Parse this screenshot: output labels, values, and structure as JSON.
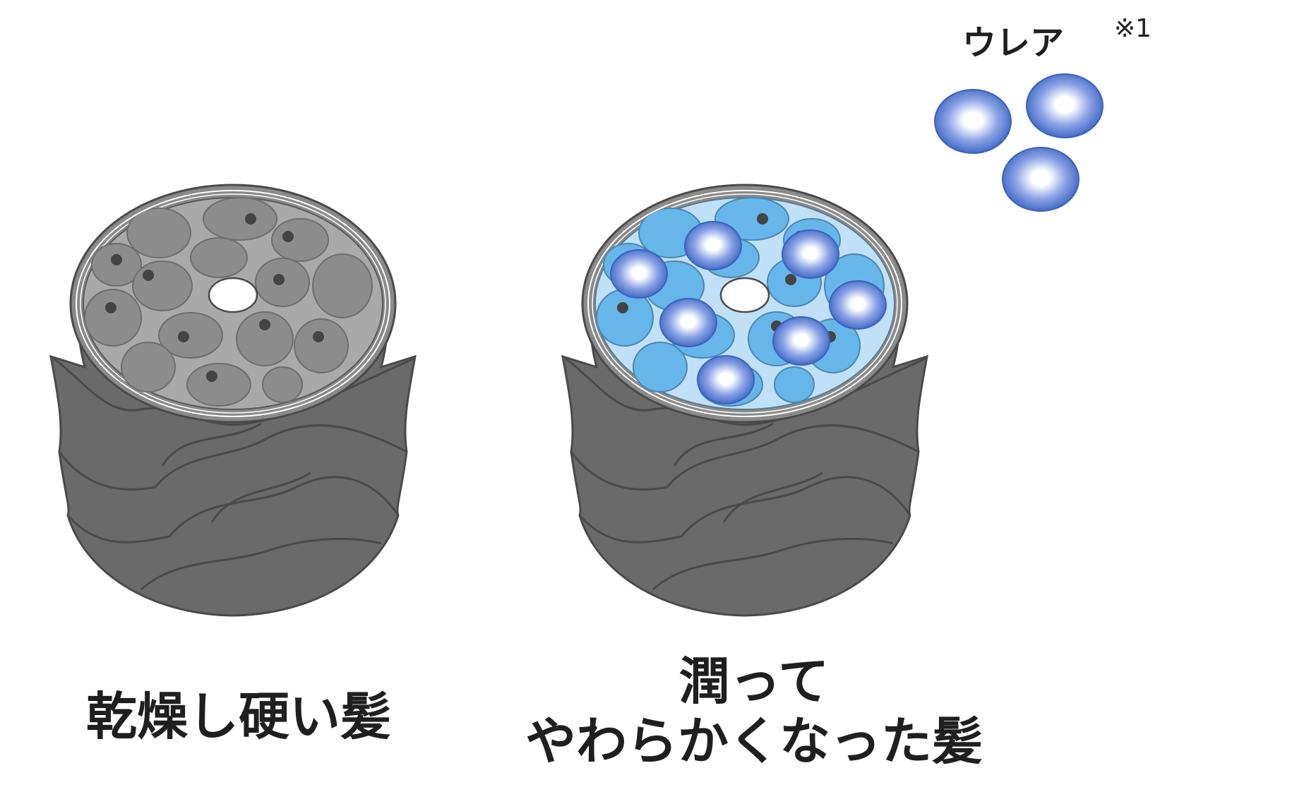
{
  "legend": {
    "name": "ウレア",
    "footnote": "※1"
  },
  "labels": {
    "left": "乾燥し硬い髪",
    "right_line1": "潤って",
    "right_line2": "やわらかくなった髪"
  },
  "colors": {
    "sheath": "#6a6a6a",
    "sheath_line": "#4a4a4a",
    "dry_fill": "#a9a9a9",
    "dry_cell": "#8c8c8c",
    "moist_fill": "#bfe0f6",
    "moist_cell": "#66b6ea",
    "urea": "#3a62c0",
    "nucleus": "#444444"
  }
}
